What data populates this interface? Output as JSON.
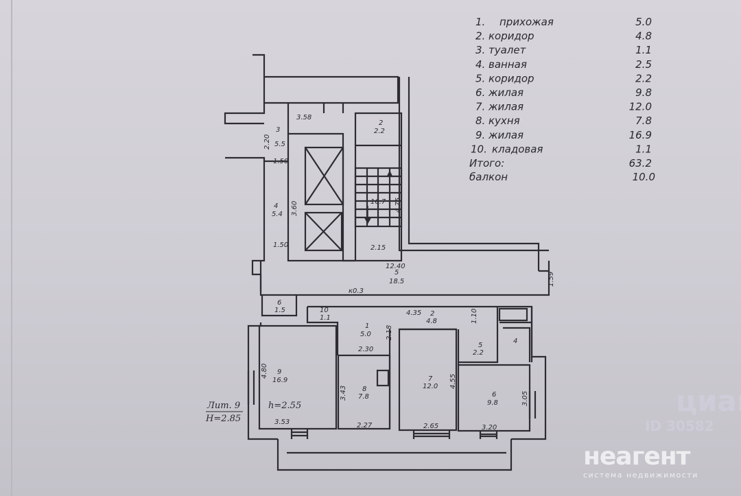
{
  "legend": {
    "rooms": [
      {
        "num": "1.",
        "name": "прихожая",
        "area": "5.0"
      },
      {
        "num": "2.",
        "name": "коридор",
        "area": "4.8"
      },
      {
        "num": "3.",
        "name": "туалет",
        "area": "1.1"
      },
      {
        "num": "4.",
        "name": "ванная",
        "area": "2.5"
      },
      {
        "num": "5.",
        "name": "коридор",
        "area": "2.2"
      },
      {
        "num": "6.",
        "name": "жилая",
        "area": "9.8"
      },
      {
        "num": "7.",
        "name": "жилая",
        "area": "12.0"
      },
      {
        "num": "8.",
        "name": "кухня",
        "area": "7.8"
      },
      {
        "num": "9.",
        "name": "жилая",
        "area": "16.9"
      },
      {
        "num": "10.",
        "name": "кладовая",
        "area": "1.1"
      }
    ],
    "total_label": "Итого:",
    "total": "63.2",
    "balcony_label": "балкон",
    "balcony": "10.0"
  },
  "plan": {
    "lit": "Лит. 9",
    "height": "H=2.85",
    "ceiling": "h=2.55",
    "labels": {
      "r3_num": "3",
      "r3_area": "5.5",
      "d_220": "2.20",
      "d_358": "3.58",
      "r2top_num": "2",
      "r2top_area": "2.2",
      "d_150a": "1.50",
      "d_150b": "1.50",
      "r4_num": "4",
      "r4_area": "5.4",
      "d_360": "3.60",
      "stair_area": "16.7",
      "d_475": "4.75",
      "d_215": "2.15",
      "d_1240": "12.40",
      "r5c_num": "5",
      "r5c_area": "18.5",
      "d_159": "1.59",
      "ko": "к0.3",
      "r6s_num": "6",
      "r6s_area": "1.5",
      "r10_num": "10",
      "r10_area": "1.1",
      "r1_num": "1",
      "r1_area": "5.0",
      "d_218": "2.18",
      "d_435": "4.35",
      "r2_num": "2",
      "r2_area": "4.8",
      "d_110": "1.10",
      "r9_num": "9",
      "r9_area": "16.9",
      "d_480": "4.80",
      "d_353": "3.53",
      "r8_num": "8",
      "r8_area": "7.8",
      "d_230": "2.30",
      "d_343": "3.43",
      "d_227": "2.27",
      "r7_num": "7",
      "r7_area": "12.0",
      "d_455": "4.55",
      "d_265": "2.65",
      "r6_num": "6",
      "r6_area": "9.8",
      "d_305": "3.05",
      "d_320": "3.20",
      "r5_num": "5",
      "r5_area": "2.2",
      "r4b_num": "4"
    }
  },
  "watermark": {
    "brand": "неагент",
    "tagline": "система недвижимости",
    "cian": "циан",
    "cian_id": "ID 30582"
  }
}
